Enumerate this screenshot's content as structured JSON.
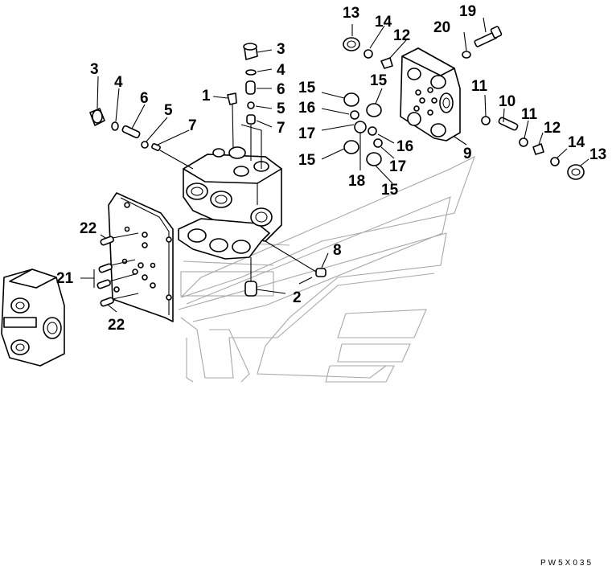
{
  "diagram": {
    "labels": {
      "c1": "1",
      "c2": "2",
      "c3a": "3",
      "c3b": "3",
      "c4a": "4",
      "c4b": "4",
      "c5a": "5",
      "c5b": "5",
      "c6a": "6",
      "c6b": "6",
      "c7a": "7",
      "c7b": "7",
      "c8": "8",
      "c9": "9",
      "c10": "10",
      "c11a": "11",
      "c11b": "11",
      "c12a": "12",
      "c12b": "12",
      "c13a": "13",
      "c13b": "13",
      "c14a": "14",
      "c14b": "14",
      "c15a": "15",
      "c15b": "15",
      "c15c": "15",
      "c15d": "15",
      "c16a": "16",
      "c16b": "16",
      "c17a": "17",
      "c17b": "17",
      "c18": "18",
      "c19": "19",
      "c20": "20",
      "c21": "21",
      "c22a": "22",
      "c22b": "22"
    },
    "drawing_code": "PW5X035"
  }
}
